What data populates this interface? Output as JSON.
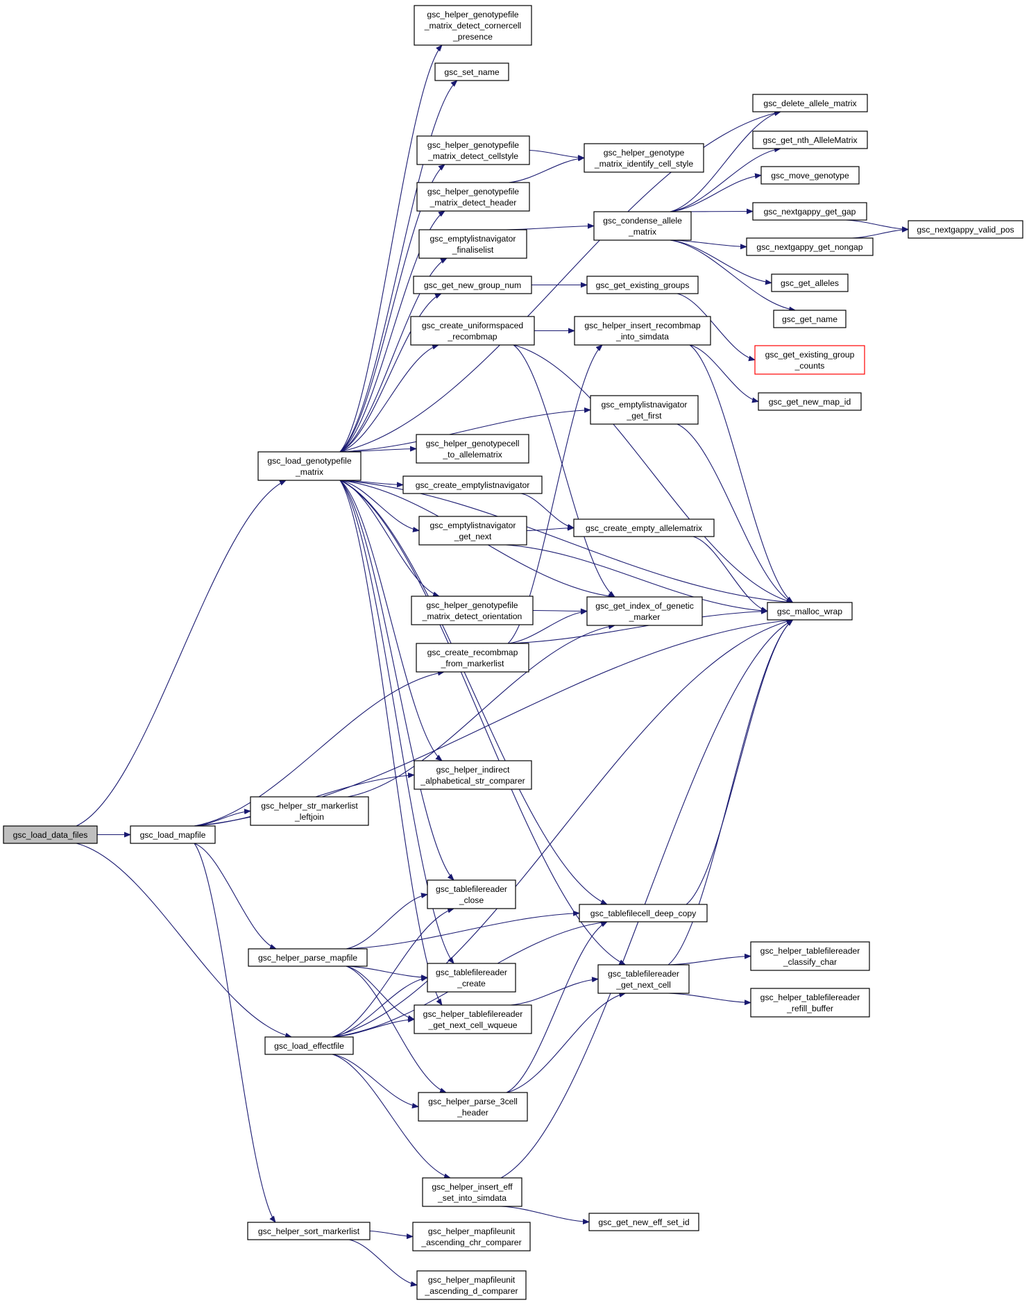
{
  "root": "gsc_load_data_files",
  "nodes": [
    {
      "id": "load_data_files",
      "lines": [
        "gsc_load_data_files"
      ],
      "highlight": true
    },
    {
      "id": "load_mapfile",
      "lines": [
        "gsc_load_mapfile"
      ]
    },
    {
      "id": "load_genotypefile_matrix",
      "lines": [
        "gsc_load_genotypefile",
        "_matrix"
      ]
    },
    {
      "id": "load_effectfile",
      "lines": [
        "gsc_load_effectfile"
      ]
    },
    {
      "id": "helper_parse_mapfile",
      "lines": [
        "gsc_helper_parse_mapfile"
      ]
    },
    {
      "id": "helper_str_markerlist_leftjoin",
      "lines": [
        "gsc_helper_str_markerlist",
        "_leftjoin"
      ]
    },
    {
      "id": "helper_sort_markerlist",
      "lines": [
        "gsc_helper_sort_markerlist"
      ]
    },
    {
      "id": "helper_gf_cornercell",
      "lines": [
        "gsc_helper_genotypefile",
        "_matrix_detect_cornercell",
        "_presence"
      ]
    },
    {
      "id": "set_name",
      "lines": [
        "gsc_set_name"
      ]
    },
    {
      "id": "helper_gf_cellstyle",
      "lines": [
        "gsc_helper_genotypefile",
        "_matrix_detect_cellstyle"
      ]
    },
    {
      "id": "helper_gf_header",
      "lines": [
        "gsc_helper_genotypefile",
        "_matrix_detect_header"
      ]
    },
    {
      "id": "eln_finaliselist",
      "lines": [
        "gsc_emptylistnavigator",
        "_finaliselist"
      ]
    },
    {
      "id": "get_new_group_num",
      "lines": [
        "gsc_get_new_group_num"
      ]
    },
    {
      "id": "create_uniformspaced_recombmap",
      "lines": [
        "gsc_create_uniformspaced",
        "_recombmap"
      ]
    },
    {
      "id": "helper_gcell_to_allelematrix",
      "lines": [
        "gsc_helper_genotypecell",
        "_to_allelematrix"
      ]
    },
    {
      "id": "create_emptylistnavigator",
      "lines": [
        "gsc_create_emptylistnavigator"
      ]
    },
    {
      "id": "eln_get_next",
      "lines": [
        "gsc_emptylistnavigator",
        "_get_next"
      ]
    },
    {
      "id": "helper_gf_orientation",
      "lines": [
        "gsc_helper_genotypefile",
        "_matrix_detect_orientation"
      ]
    },
    {
      "id": "create_recombmap_from_markerlist",
      "lines": [
        "gsc_create_recombmap",
        "_from_markerlist"
      ]
    },
    {
      "id": "helper_indirect_alpha",
      "lines": [
        "gsc_helper_indirect",
        "_alphabetical_str_comparer"
      ]
    },
    {
      "id": "tfr_close",
      "lines": [
        "gsc_tablefilereader",
        "_close"
      ]
    },
    {
      "id": "tfr_create",
      "lines": [
        "gsc_tablefilereader",
        "_create"
      ]
    },
    {
      "id": "helper_tfr_get_next_cell_wqueue",
      "lines": [
        "gsc_helper_tablefilereader",
        "_get_next_cell_wqueue"
      ]
    },
    {
      "id": "helper_parse_3cell_header",
      "lines": [
        "gsc_helper_parse_3cell",
        "_header"
      ]
    },
    {
      "id": "helper_insert_eff_set",
      "lines": [
        "gsc_helper_insert_eff",
        "_set_into_simdata"
      ]
    },
    {
      "id": "helper_mf_chr_comparer",
      "lines": [
        "gsc_helper_mapfileunit",
        "_ascending_chr_comparer"
      ]
    },
    {
      "id": "helper_mf_d_comparer",
      "lines": [
        "gsc_helper_mapfileunit",
        "_ascending_d_comparer"
      ]
    },
    {
      "id": "helper_genotype_identify_cell_style",
      "lines": [
        "gsc_helper_genotype",
        "_matrix_identify_cell_style"
      ]
    },
    {
      "id": "condense_allele_matrix",
      "lines": [
        "gsc_condense_allele",
        "_matrix"
      ]
    },
    {
      "id": "get_existing_groups",
      "lines": [
        "gsc_get_existing_groups"
      ]
    },
    {
      "id": "helper_insert_recombmap",
      "lines": [
        "gsc_helper_insert_recombmap",
        "_into_simdata"
      ]
    },
    {
      "id": "eln_get_first",
      "lines": [
        "gsc_emptylistnavigator",
        "_get_first"
      ]
    },
    {
      "id": "create_empty_allelematrix",
      "lines": [
        "gsc_create_empty_allelematrix"
      ]
    },
    {
      "id": "get_index_of_genetic_marker",
      "lines": [
        "gsc_get_index_of_genetic",
        "_marker"
      ]
    },
    {
      "id": "tfc_deep_copy",
      "lines": [
        "gsc_tablefilecell_deep_copy"
      ]
    },
    {
      "id": "tfr_get_next_cell",
      "lines": [
        "gsc_tablefilereader",
        "_get_next_cell"
      ]
    },
    {
      "id": "get_new_eff_set_id",
      "lines": [
        "gsc_get_new_eff_set_id"
      ]
    },
    {
      "id": "delete_allele_matrix",
      "lines": [
        "gsc_delete_allele_matrix"
      ]
    },
    {
      "id": "get_nth_AlleleMatrix",
      "lines": [
        "gsc_get_nth_AlleleMatrix"
      ]
    },
    {
      "id": "move_genotype",
      "lines": [
        "gsc_move_genotype"
      ]
    },
    {
      "id": "nextgappy_get_gap",
      "lines": [
        "gsc_nextgappy_get_gap"
      ]
    },
    {
      "id": "nextgappy_get_nongap",
      "lines": [
        "gsc_nextgappy_get_nongap"
      ]
    },
    {
      "id": "get_alleles",
      "lines": [
        "gsc_get_alleles"
      ]
    },
    {
      "id": "get_name",
      "lines": [
        "gsc_get_name"
      ]
    },
    {
      "id": "get_existing_group_counts",
      "lines": [
        "gsc_get_existing_group",
        "_counts"
      ],
      "truncated": true
    },
    {
      "id": "get_new_map_id",
      "lines": [
        "gsc_get_new_map_id"
      ]
    },
    {
      "id": "malloc_wrap",
      "lines": [
        "gsc_malloc_wrap"
      ]
    },
    {
      "id": "helper_tfr_classify_char",
      "lines": [
        "gsc_helper_tablefilereader",
        "_classify_char"
      ]
    },
    {
      "id": "helper_tfr_refill_buffer",
      "lines": [
        "gsc_helper_tablefilereader",
        "_refill_buffer"
      ]
    },
    {
      "id": "nextgappy_valid_pos",
      "lines": [
        "gsc_nextgappy_valid_pos"
      ]
    }
  ],
  "edges": [
    [
      "load_data_files",
      "load_mapfile"
    ],
    [
      "load_data_files",
      "load_genotypefile_matrix"
    ],
    [
      "load_data_files",
      "load_effectfile"
    ],
    [
      "load_mapfile",
      "helper_str_markerlist_leftjoin"
    ],
    [
      "load_mapfile",
      "helper_parse_mapfile"
    ],
    [
      "load_mapfile",
      "helper_sort_markerlist"
    ],
    [
      "load_mapfile",
      "create_recombmap_from_markerlist"
    ],
    [
      "load_mapfile",
      "helper_indirect_alpha"
    ],
    [
      "load_mapfile",
      "malloc_wrap"
    ],
    [
      "load_genotypefile_matrix",
      "helper_gf_cornercell"
    ],
    [
      "load_genotypefile_matrix",
      "set_name"
    ],
    [
      "load_genotypefile_matrix",
      "delete_allele_matrix"
    ],
    [
      "load_genotypefile_matrix",
      "helper_gf_cellstyle"
    ],
    [
      "load_genotypefile_matrix",
      "helper_gf_header"
    ],
    [
      "load_genotypefile_matrix",
      "eln_finaliselist"
    ],
    [
      "load_genotypefile_matrix",
      "get_new_group_num"
    ],
    [
      "load_genotypefile_matrix",
      "create_uniformspaced_recombmap"
    ],
    [
      "load_genotypefile_matrix",
      "eln_get_first"
    ],
    [
      "load_genotypefile_matrix",
      "helper_gcell_to_allelematrix"
    ],
    [
      "load_genotypefile_matrix",
      "create_emptylistnavigator"
    ],
    [
      "load_genotypefile_matrix",
      "eln_get_next"
    ],
    [
      "load_genotypefile_matrix",
      "helper_gf_orientation"
    ],
    [
      "load_genotypefile_matrix",
      "get_index_of_genetic_marker"
    ],
    [
      "load_genotypefile_matrix",
      "malloc_wrap"
    ],
    [
      "load_genotypefile_matrix",
      "helper_indirect_alpha"
    ],
    [
      "load_genotypefile_matrix",
      "tfr_close"
    ],
    [
      "load_genotypefile_matrix",
      "tfr_create"
    ],
    [
      "load_genotypefile_matrix",
      "helper_tfr_get_next_cell_wqueue"
    ],
    [
      "load_genotypefile_matrix",
      "tfc_deep_copy"
    ],
    [
      "load_genotypefile_matrix",
      "tfr_get_next_cell"
    ],
    [
      "load_effectfile",
      "tfr_close"
    ],
    [
      "load_effectfile",
      "tfr_create"
    ],
    [
      "load_effectfile",
      "helper_tfr_get_next_cell_wqueue"
    ],
    [
      "load_effectfile",
      "helper_parse_3cell_header"
    ],
    [
      "load_effectfile",
      "helper_insert_eff_set"
    ],
    [
      "load_effectfile",
      "tfc_deep_copy"
    ],
    [
      "load_effectfile",
      "malloc_wrap"
    ],
    [
      "helper_parse_mapfile",
      "tfr_close"
    ],
    [
      "helper_parse_mapfile",
      "tfr_create"
    ],
    [
      "helper_parse_mapfile",
      "helper_tfr_get_next_cell_wqueue"
    ],
    [
      "helper_parse_mapfile",
      "helper_parse_3cell_header"
    ],
    [
      "helper_parse_mapfile",
      "tfc_deep_copy"
    ],
    [
      "helper_str_markerlist_leftjoin",
      "get_index_of_genetic_marker"
    ],
    [
      "helper_sort_markerlist",
      "helper_mf_chr_comparer"
    ],
    [
      "helper_sort_markerlist",
      "helper_mf_d_comparer"
    ],
    [
      "helper_gf_cellstyle",
      "helper_genotype_identify_cell_style"
    ],
    [
      "helper_gf_header",
      "helper_genotype_identify_cell_style"
    ],
    [
      "eln_finaliselist",
      "condense_allele_matrix"
    ],
    [
      "get_new_group_num",
      "get_existing_groups"
    ],
    [
      "create_uniformspaced_recombmap",
      "helper_insert_recombmap"
    ],
    [
      "create_uniformspaced_recombmap",
      "get_index_of_genetic_marker"
    ],
    [
      "create_uniformspaced_recombmap",
      "malloc_wrap"
    ],
    [
      "create_emptylistnavigator",
      "create_empty_allelematrix"
    ],
    [
      "eln_get_next",
      "create_empty_allelematrix"
    ],
    [
      "eln_get_next",
      "malloc_wrap"
    ],
    [
      "helper_gf_orientation",
      "get_index_of_genetic_marker"
    ],
    [
      "create_recombmap_from_markerlist",
      "helper_insert_recombmap"
    ],
    [
      "create_recombmap_from_markerlist",
      "get_index_of_genetic_marker"
    ],
    [
      "create_recombmap_from_markerlist",
      "malloc_wrap"
    ],
    [
      "helper_tfr_get_next_cell_wqueue",
      "tfr_get_next_cell"
    ],
    [
      "helper_parse_3cell_header",
      "tfc_deep_copy"
    ],
    [
      "helper_parse_3cell_header",
      "tfr_get_next_cell"
    ],
    [
      "helper_insert_eff_set",
      "get_new_eff_set_id"
    ],
    [
      "helper_insert_eff_set",
      "malloc_wrap"
    ],
    [
      "condense_allele_matrix",
      "delete_allele_matrix"
    ],
    [
      "condense_allele_matrix",
      "get_nth_AlleleMatrix"
    ],
    [
      "condense_allele_matrix",
      "move_genotype"
    ],
    [
      "condense_allele_matrix",
      "nextgappy_get_gap"
    ],
    [
      "condense_allele_matrix",
      "nextgappy_get_nongap"
    ],
    [
      "condense_allele_matrix",
      "get_alleles"
    ],
    [
      "condense_allele_matrix",
      "get_name"
    ],
    [
      "get_existing_groups",
      "get_existing_group_counts"
    ],
    [
      "helper_insert_recombmap",
      "get_new_map_id"
    ],
    [
      "helper_insert_recombmap",
      "malloc_wrap"
    ],
    [
      "eln_get_first",
      "malloc_wrap"
    ],
    [
      "create_empty_allelematrix",
      "malloc_wrap"
    ],
    [
      "tfc_deep_copy",
      "malloc_wrap"
    ],
    [
      "tfr_get_next_cell",
      "helper_tfr_classify_char"
    ],
    [
      "tfr_get_next_cell",
      "helper_tfr_refill_buffer"
    ],
    [
      "tfr_get_next_cell",
      "malloc_wrap"
    ],
    [
      "nextgappy_get_gap",
      "nextgappy_valid_pos"
    ],
    [
      "nextgappy_get_nongap",
      "nextgappy_valid_pos"
    ]
  ]
}
